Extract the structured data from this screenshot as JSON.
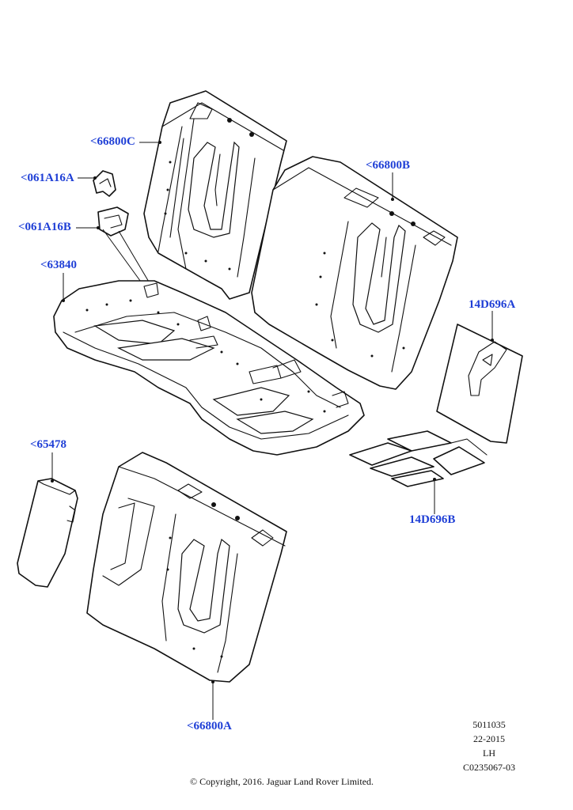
{
  "callouts": {
    "c66800C": "<66800C",
    "c061A16A": "<061A16A",
    "c061A16B": "<061A16B",
    "c63840": "<63840",
    "c66800B": "<66800B",
    "c14D696A": "14D696A",
    "c14D696B": "14D696B",
    "c65478": "<65478",
    "c66800A": "<66800A"
  },
  "reference": {
    "number": "5011035",
    "date": "22-2015",
    "side": "LH",
    "code": "C0235067-03"
  },
  "copyright": "© Copyright, 2016. Jaguar Land Rover Limited.",
  "colors": {
    "callout": "#1f3fd6",
    "line": "#111111",
    "background": "#ffffff"
  }
}
